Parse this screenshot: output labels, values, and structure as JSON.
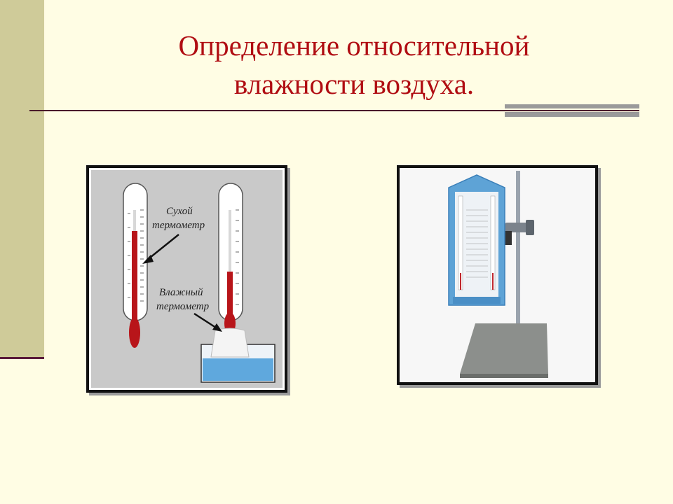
{
  "slide": {
    "title_line1": "Определение относительной",
    "title_line2": "влажности воздуха."
  },
  "figure_left": {
    "dry_label_1": "Сухой",
    "dry_label_2": "термометр",
    "wet_label_1": "Влажный",
    "wet_label_2": "термометр"
  }
}
